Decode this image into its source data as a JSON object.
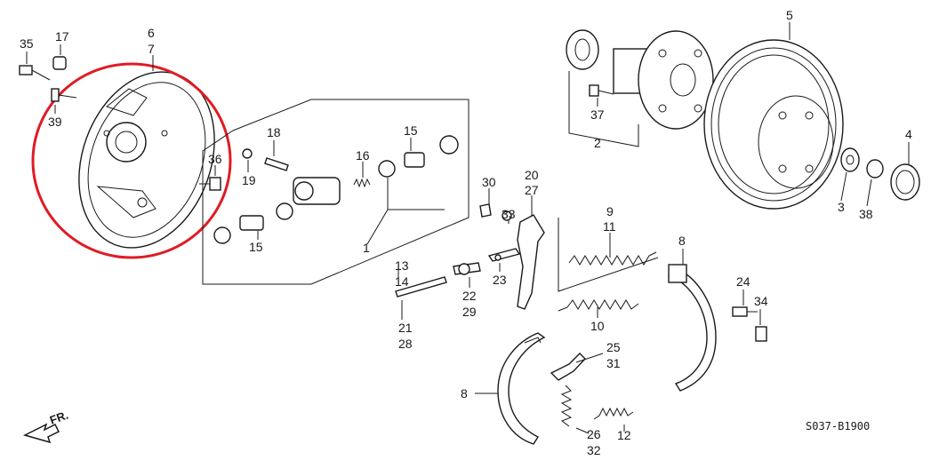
{
  "diagram": {
    "code": "S037-B1900",
    "direction_label": "FR.",
    "highlight_color": "#e01b24",
    "callouts": {
      "c35": "35",
      "c17": "17",
      "c6": "6",
      "c7": "7",
      "c39": "39",
      "c36": "36",
      "c18": "18",
      "c19": "19",
      "c16": "16",
      "c15a": "15",
      "c15b": "15",
      "c1": "1",
      "c13": "13",
      "c14": "14",
      "c21": "21",
      "c28": "28",
      "c22": "22",
      "c29": "29",
      "c23": "23",
      "c30": "30",
      "c33": "33",
      "c20": "20",
      "c27": "27",
      "c9": "9",
      "c11": "11",
      "c10": "10",
      "c25": "25",
      "c31": "31",
      "c8a": "8",
      "c8b": "8",
      "c26": "26",
      "c32": "32",
      "c12": "12",
      "c24": "24",
      "c34": "34",
      "c5": "5",
      "c37": "37",
      "c2": "2",
      "c3": "3",
      "c38": "38",
      "c4": "4"
    }
  }
}
